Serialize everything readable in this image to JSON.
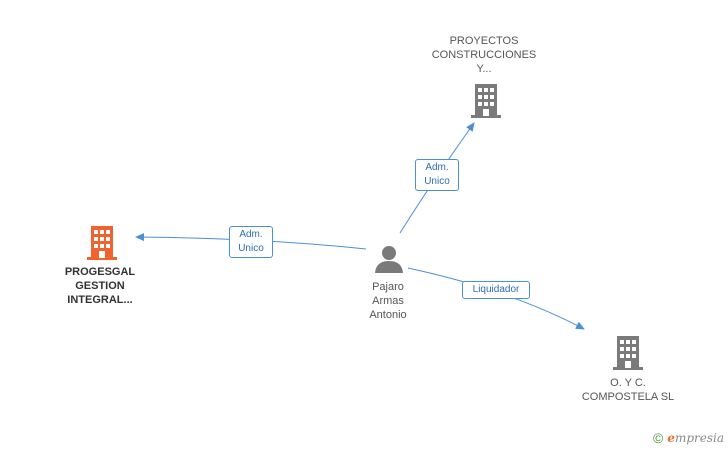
{
  "nodes": {
    "company_main": {
      "lines": [
        "PROGESGAL",
        "GESTION",
        "INTEGRAL..."
      ],
      "color": "#f0622e"
    },
    "company_top": {
      "lines": [
        "PROYECTOS",
        "CONSTRUCCIONES",
        "Y..."
      ],
      "color": "#7a7a7a"
    },
    "company_right": {
      "lines": [
        "O. Y C.",
        "COMPOSTELA SL"
      ],
      "color": "#7a7a7a"
    },
    "person": {
      "lines": [
        "Pajaro",
        "Armas",
        "Antonio"
      ],
      "color": "#7a7a7a"
    }
  },
  "edges": {
    "to_main": {
      "lines": [
        "Adm.",
        "Unico"
      ]
    },
    "to_top": {
      "lines": [
        "Adm.",
        "Unico"
      ]
    },
    "to_right": {
      "lines": [
        "Liquidador"
      ]
    }
  },
  "colors": {
    "edge": "#4a90d9"
  },
  "footer": {
    "copyright_symbol": "©",
    "brand_first": "e",
    "brand_rest": "mpresia"
  }
}
